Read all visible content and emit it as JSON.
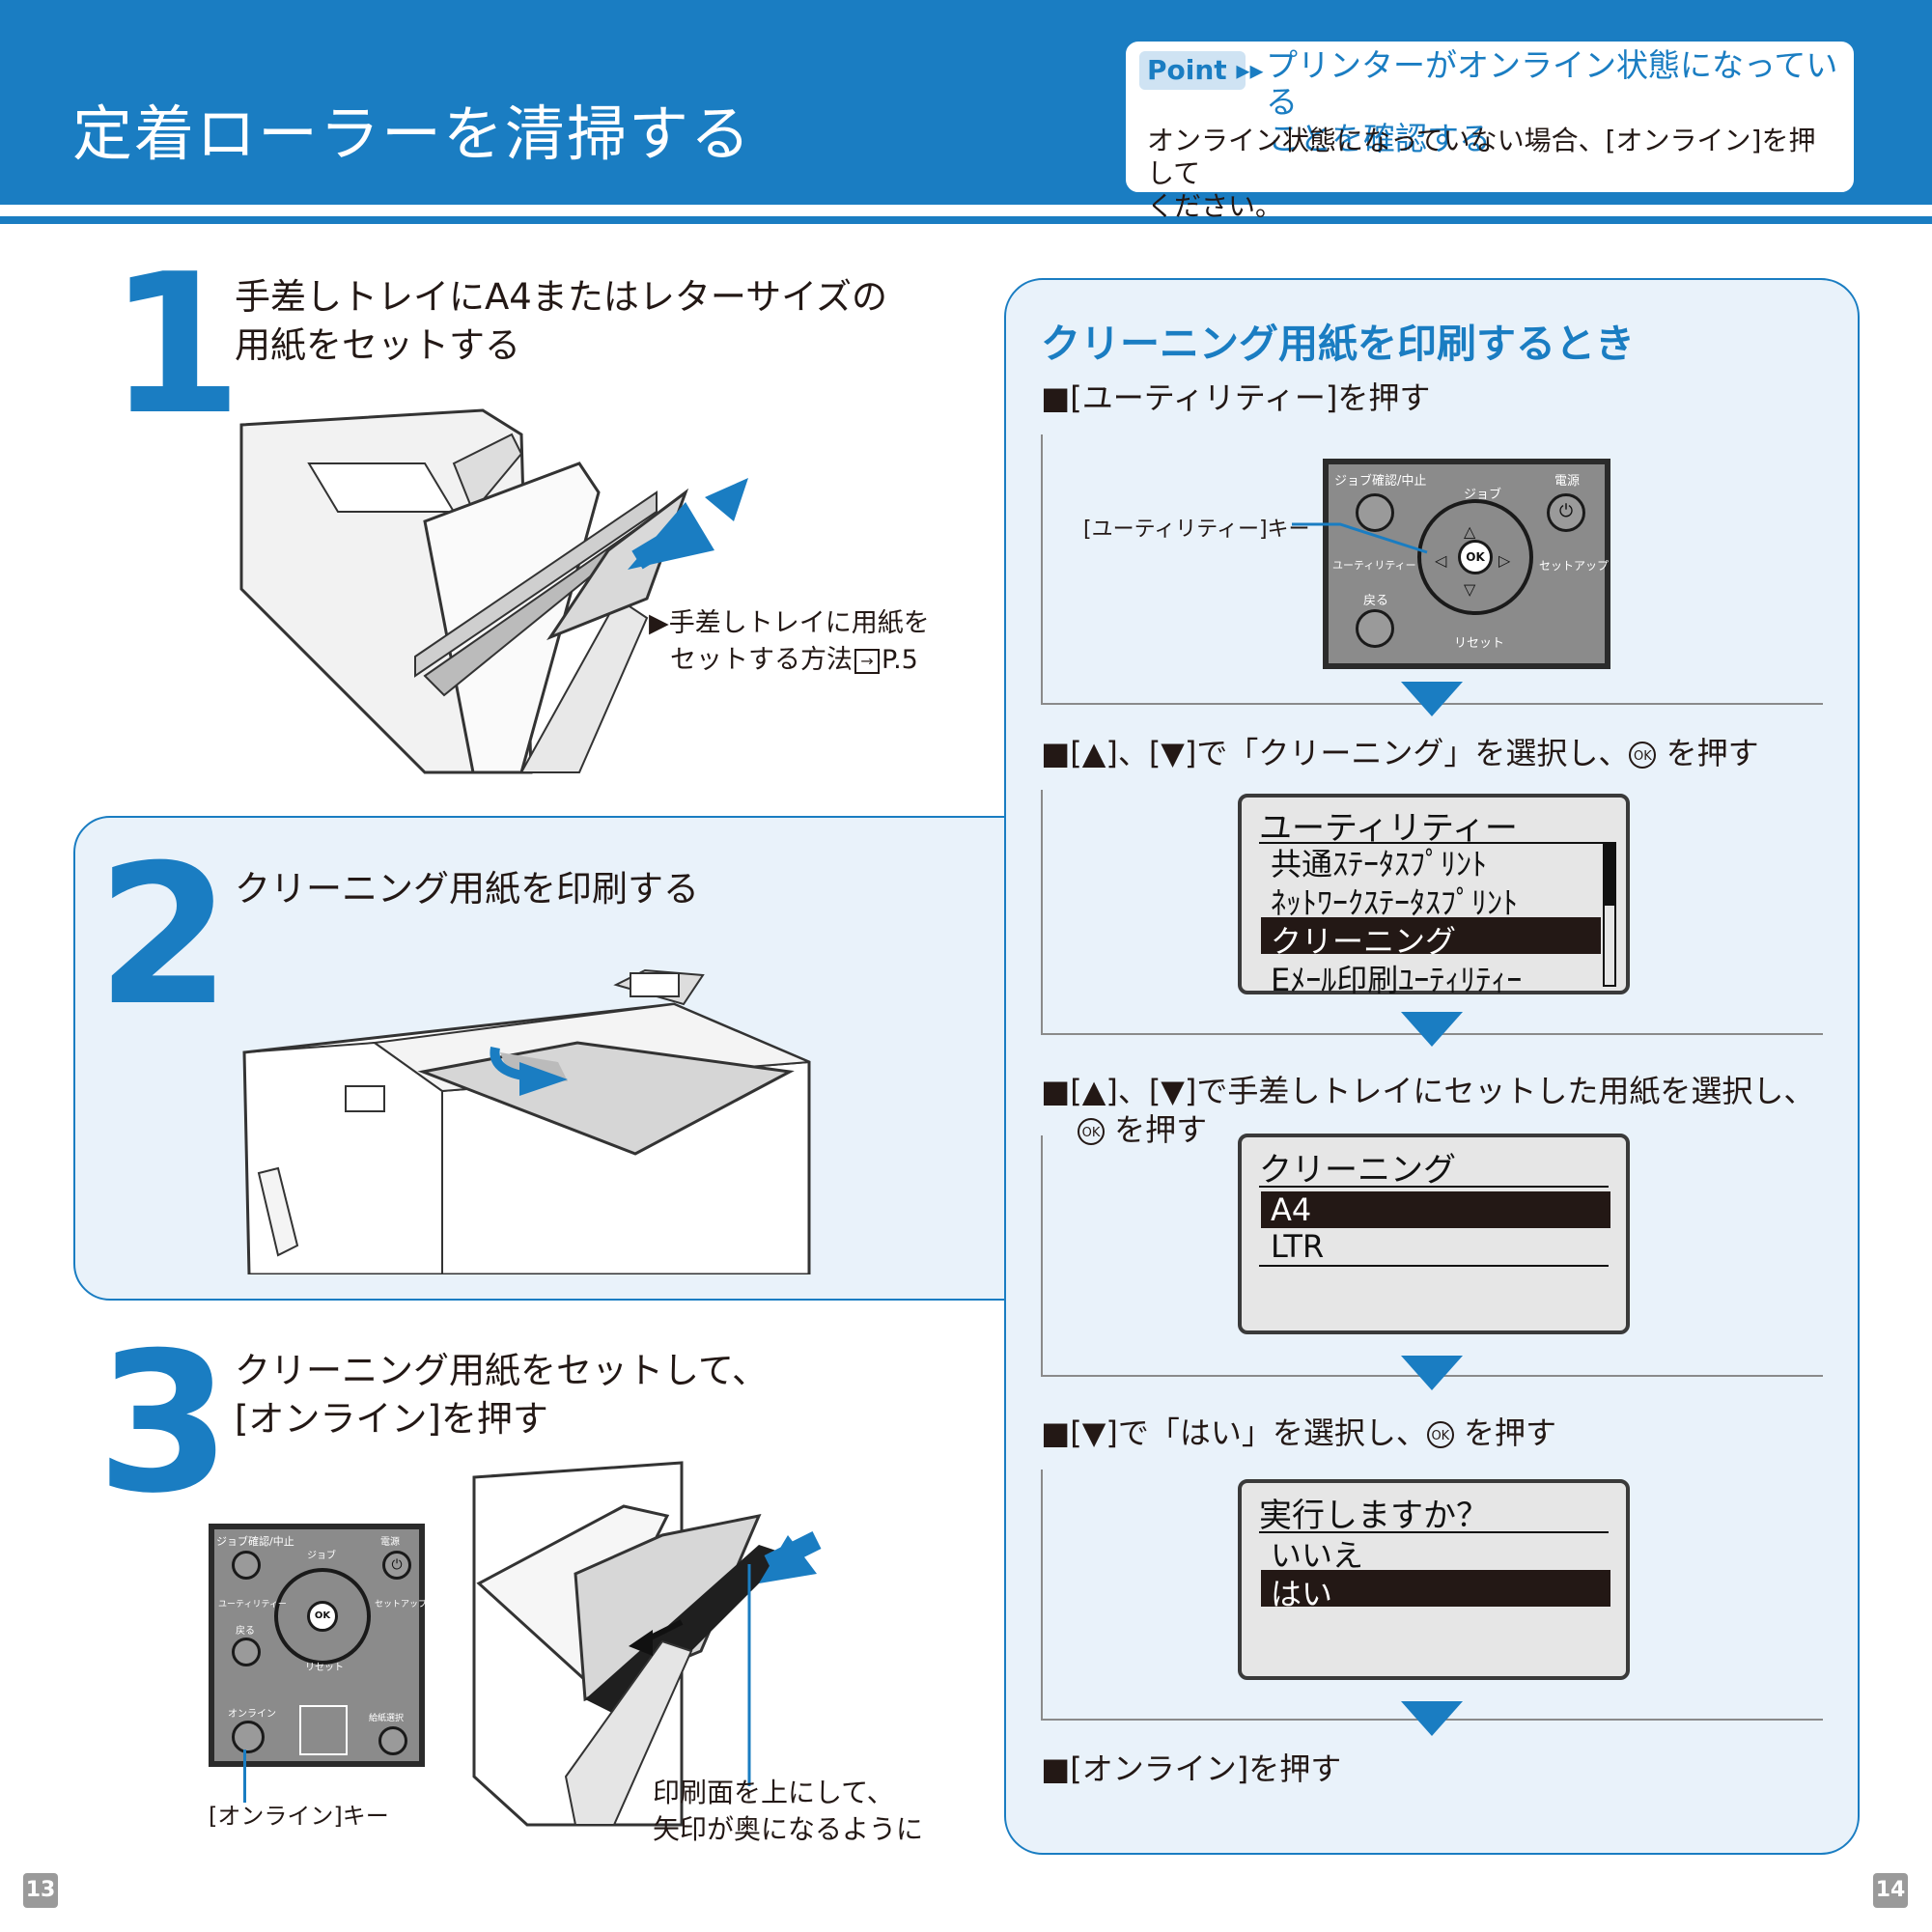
{
  "header": {
    "title": "定着ローラーを清掃する",
    "point": {
      "badge": "Point ▸▸",
      "title_line1": "プリンターがオンライン状態になっている",
      "title_line2": "ことを確認する",
      "body_line1": "オンライン状態になっていない場合、[オンライン]を押して",
      "body_line2": "ください。"
    }
  },
  "steps": [
    {
      "number": "1",
      "title_line1": "手差しトレイにA4またはレターサイズの",
      "title_line2": "用紙をセットする",
      "ref_line1": "▶手差しトレイに用紙を",
      "ref_line2": "セットする方法",
      "ref_page": "P.5"
    },
    {
      "number": "2",
      "title_line1": "クリーニング用紙を印刷する"
    },
    {
      "number": "3",
      "title_line1": "クリーニング用紙をセットして、",
      "title_line2": "[オンライン]を押す",
      "online_key_label": "[オンライン]キー",
      "caption_line1": "印刷面を上にして、",
      "caption_line2": "矢印が奥になるように"
    }
  ],
  "cleaning": {
    "heading": "クリーニング用紙を印刷するとき",
    "instr1": "■[ユーティリティー]を押す",
    "utility_key_label": "[ユーティリティー]キー",
    "instr2_a": "■[▲]、[▼]で「クリーニング」を選択し、",
    "instr2_b": "を押す",
    "instr3_a": "■[▲]、[▼]で手差しトレイにセットした用紙を選択し、",
    "instr3_b": "を押す",
    "instr4_a": "■[▼]で「はい」を選択し、",
    "instr4_b": "を押す",
    "instr5": "■[オンライン]を押す",
    "ok_glyph": "OK"
  },
  "control_panel": {
    "job_cancel": "ジョブ確認/中止",
    "job": "ジョブ",
    "power": "電源",
    "utility": "ユーティリティー",
    "setup": "セットアップ",
    "back": "戻る",
    "reset": "リセット",
    "ok": "OK",
    "online": "オンライン",
    "paper_select": "給紙選択"
  },
  "lcd1": {
    "title": "ユーティリティー",
    "items": [
      "共通ｽﾃｰﾀｽﾌﾟﾘﾝﾄ",
      "ﾈｯﾄﾜｰｸｽﾃｰﾀｽﾌﾟﾘﾝﾄ",
      "クリーニング",
      "Eﾒｰﾙ印刷ﾕｰﾃｨﾘﾃｨｰ"
    ],
    "selected_index": 2
  },
  "lcd2": {
    "title": "クリーニング",
    "items": [
      "A4",
      "LTR"
    ],
    "selected_index": 0
  },
  "lcd3": {
    "title": "実行しますか？",
    "items": [
      "いいえ",
      "はい"
    ],
    "selected_index": 1
  },
  "page_numbers": {
    "left": "13",
    "right": "14"
  },
  "colors": {
    "accent": "#1a7dc2",
    "panel_bg": "#e9f2fa"
  }
}
